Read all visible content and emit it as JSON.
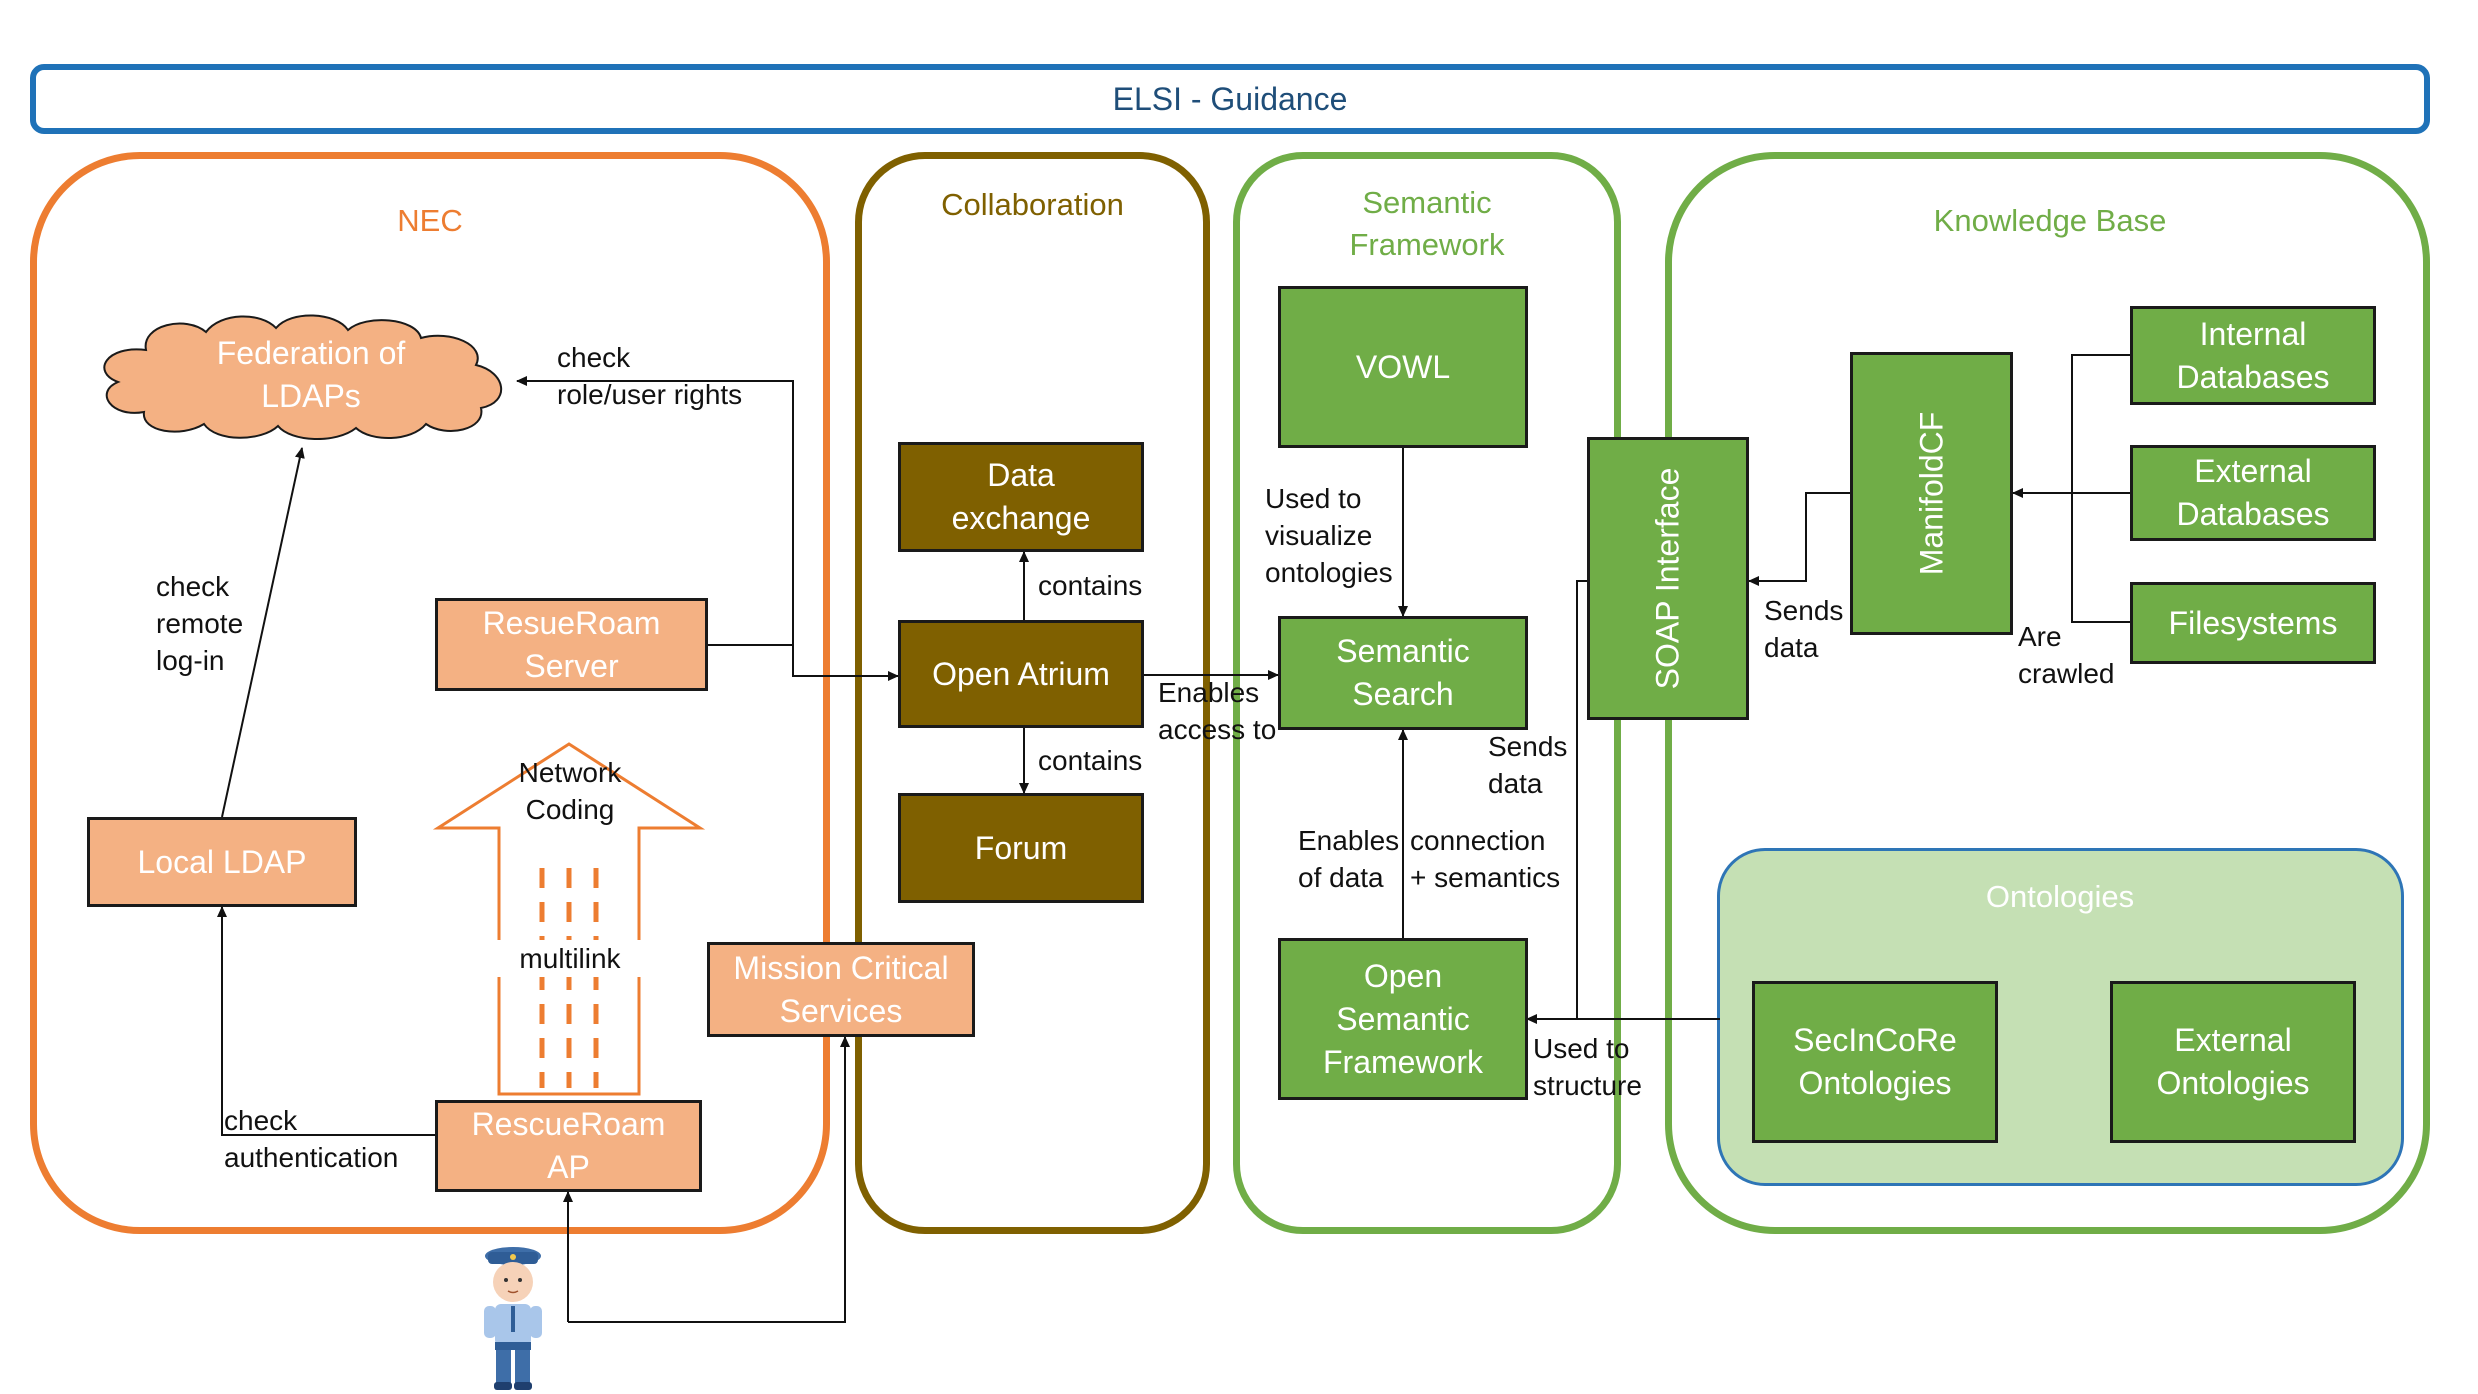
{
  "banner": {
    "label": "ELSI - Guidance"
  },
  "groups": {
    "nec": "NEC",
    "collaboration": "Collaboration",
    "semantic_framework": "Semantic\nFramework",
    "knowledge_base": "Knowledge Base",
    "ontologies": "Ontologies"
  },
  "nodes": {
    "federation_ldaps": "Federation of\nLDAPs",
    "resueroam_server": "ResueRoam\nServer",
    "local_ldap": "Local LDAP",
    "rescueroam_ap": "RescueRoam\nAP",
    "mission_critical": "Mission Critical\nServices",
    "network_coding": "Network\nCoding",
    "multilink": "multilink",
    "data_exchange": "Data\nexchange",
    "open_atrium": "Open Atrium",
    "forum": "Forum",
    "vowl": "VOWL",
    "semantic_search": "Semantic\nSearch",
    "open_semantic_framework": "Open\nSemantic\nFramework",
    "soap_interface": "SOAP Interface",
    "manifoldcf": "ManifoldCF",
    "internal_databases": "Internal\nDatabases",
    "external_databases": "External\nDatabases",
    "filesystems": "Filesystems",
    "secincore_ontologies": "SecInCoRe\nOntologies",
    "external_ontologies": "External\nOntologies"
  },
  "edge_labels": {
    "check_role": "check\nrole/user rights",
    "check_remote": "check\nremote\nlog-in",
    "check_auth": "check\nauthentication",
    "contains_1": "contains",
    "contains_2": "contains",
    "enables_access": "Enables\naccess to",
    "used_to_visualize": "Used to\nvisualize\nontologies",
    "sends_data_1": "Sends\ndata",
    "enables_of_data": "Enables\nof data",
    "connection_semantics": "connection\n+ semantics",
    "used_to_structure": "Used to\nstructure",
    "sends_data_2": "Sends\ndata",
    "are_crawled": "Are\ncrawled"
  },
  "colors": {
    "banner_border": "#1f72b8",
    "nec": "#ed7d31",
    "collaboration": "#7f6000",
    "semantic": "#70ad47",
    "ontologies_fill": "#c5e0b4",
    "node_orange": "#f4b183"
  },
  "icons": {
    "user": "police-officer-icon"
  }
}
